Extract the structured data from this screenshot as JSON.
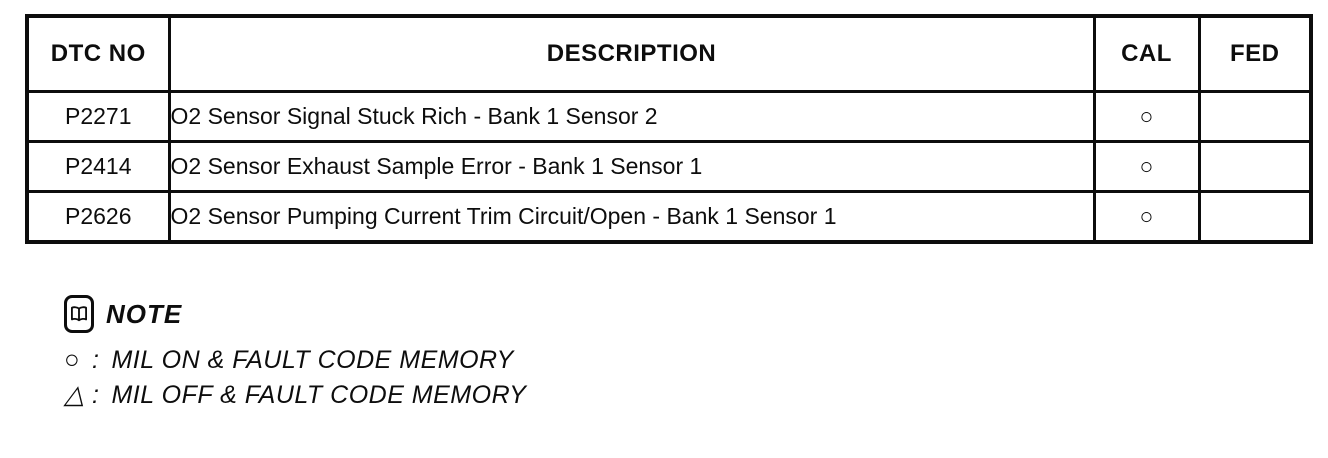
{
  "colors": {
    "ink": "#0d0d0d",
    "paper": "#ffffff"
  },
  "table": {
    "headers": [
      "DTC NO",
      "DESCRIPTION",
      "CAL",
      "FED"
    ],
    "rows": [
      {
        "dtc": "P2271",
        "description": "O2 Sensor Signal Stuck Rich - Bank 1 Sensor 2",
        "cal": "○",
        "fed": ""
      },
      {
        "dtc": "P2414",
        "description": "O2 Sensor Exhaust Sample Error - Bank 1 Sensor 1",
        "cal": "○",
        "fed": ""
      },
      {
        "dtc": "P2626",
        "description": "O2 Sensor Pumping Current Trim Circuit/Open - Bank 1 Sensor 1",
        "cal": "○",
        "fed": ""
      }
    ]
  },
  "note": {
    "title": "NOTE",
    "icon": "open-book-icon",
    "legend": [
      {
        "symbol": "○",
        "separator": ":",
        "meaning": "MIL ON & FAULT CODE MEMORY"
      },
      {
        "symbol": "△",
        "separator": ":",
        "meaning": "MIL OFF & FAULT CODE MEMORY"
      }
    ]
  }
}
